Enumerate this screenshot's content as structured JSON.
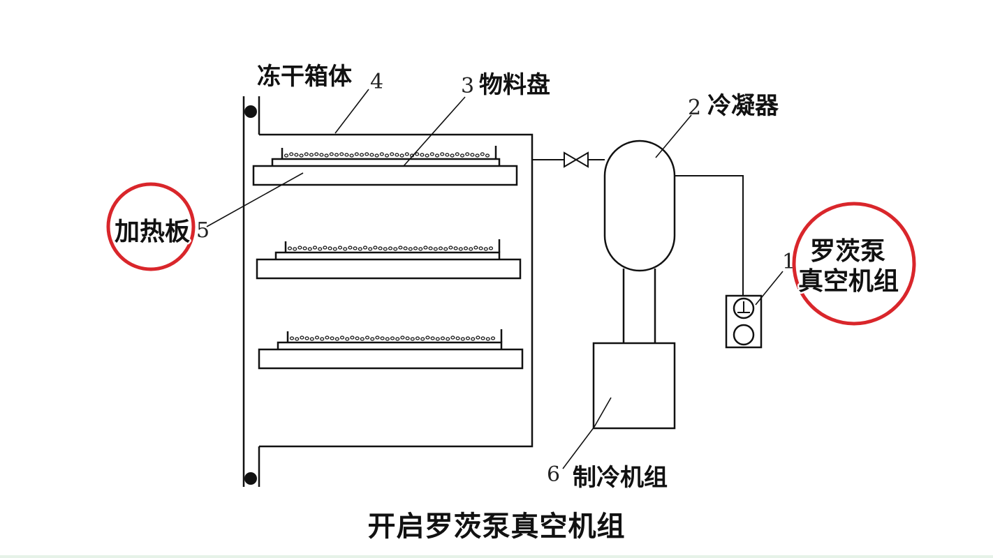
{
  "labels": {
    "chamber": "冻干箱体",
    "tray": "物料盘",
    "condenser": "冷凝器",
    "heating_plate": "加热板",
    "pump_line1": "罗茨泵",
    "pump_line2": "真空机组",
    "refrigeration": "制冷机组"
  },
  "numbers": {
    "n1": "1",
    "n2": "2",
    "n3": "3",
    "n4": "4",
    "n5": "5",
    "n6": "6"
  },
  "subtitle": "开启罗茨泵真空机组",
  "colors": {
    "line": "#111111",
    "highlight_circle": "#d9262b"
  }
}
